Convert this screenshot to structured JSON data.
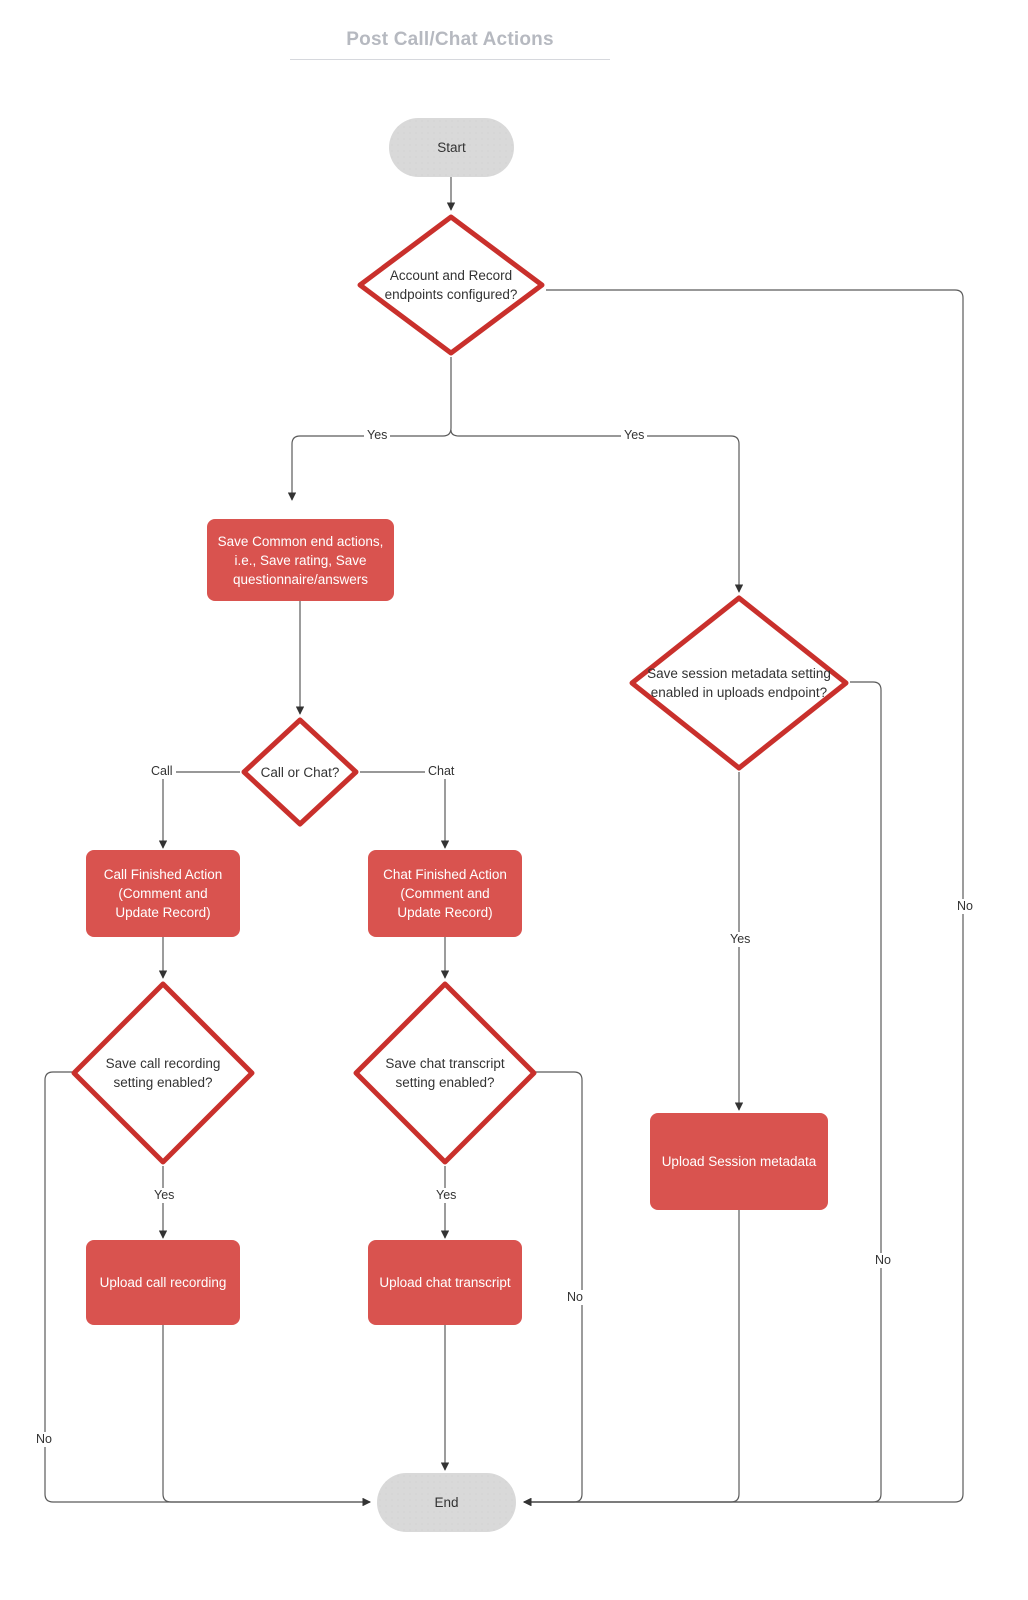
{
  "title": "Post Call/Chat Actions",
  "colors": {
    "process_fill": "#d9534f",
    "decision_stroke": "#c9302c",
    "terminator_fill": "#d9d9d9",
    "edge_stroke": "#5a5a5a",
    "title_color": "#b6b9c0",
    "process_text": "#ffffff",
    "node_text": "#333333"
  },
  "nodes": {
    "start": {
      "label": "Start",
      "type": "terminator"
    },
    "decision_endpoints": {
      "label": "Account and Record\nendpoints configured?",
      "type": "decision"
    },
    "save_common": {
      "label": "Save Common end actions, i.e., Save rating, Save questionnaire/answers",
      "type": "process"
    },
    "decision_call_or_chat": {
      "label": "Call or Chat?",
      "type": "decision"
    },
    "call_finished": {
      "label": "Call Finished Action (Comment and Update Record)",
      "type": "process"
    },
    "chat_finished": {
      "label": "Chat Finished Action (Comment and Update Record)",
      "type": "process"
    },
    "decision_call_recording": {
      "label": "Save call recording\nsetting enabled?",
      "type": "decision"
    },
    "decision_chat_transcript": {
      "label": "Save chat transcript\nsetting enabled?",
      "type": "decision"
    },
    "upload_call_recording": {
      "label": "Upload call recording",
      "type": "process"
    },
    "upload_chat_transcript": {
      "label": "Upload chat transcript",
      "type": "process"
    },
    "decision_session_metadata": {
      "label": "Save session metadata setting\nenabled in uploads endpoint?",
      "type": "decision"
    },
    "upload_session_metadata": {
      "label": "Upload Session metadata",
      "type": "process"
    },
    "end": {
      "label": "End",
      "type": "terminator"
    }
  },
  "edge_labels": {
    "yes_left_branch": "Yes",
    "yes_right_branch": "Yes",
    "no_endpoints": "No",
    "call_branch": "Call",
    "chat_branch": "Chat",
    "yes_call_recording": "Yes",
    "no_call_recording": "No",
    "yes_chat_transcript": "Yes",
    "no_chat_transcript": "No",
    "yes_session_metadata": "Yes",
    "no_session_metadata": "No"
  }
}
